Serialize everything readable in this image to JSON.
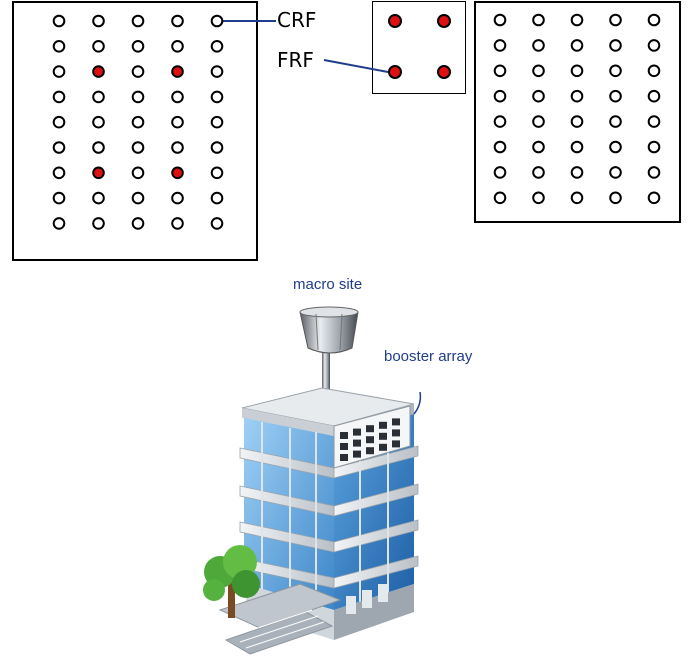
{
  "labels": {
    "crf": "CRF",
    "frf": "FRF",
    "macro_site": "macro site",
    "booster_array": "booster array"
  },
  "arrays": {
    "left": {
      "rows": 9,
      "cols": 5,
      "active": [
        [
          2,
          1
        ],
        [
          2,
          3
        ],
        [
          6,
          1
        ],
        [
          6,
          3
        ]
      ]
    },
    "middle": {
      "rows": 2,
      "cols": 2,
      "active": [
        [
          0,
          0
        ],
        [
          0,
          1
        ],
        [
          1,
          0
        ],
        [
          1,
          1
        ]
      ]
    },
    "right": {
      "rows": 8,
      "cols": 5,
      "active": []
    }
  },
  "colors": {
    "active_element": "#dd1111",
    "element_outline": "#000000",
    "leader_line": "#1f3d8a",
    "caption_text": "#1f3d8a"
  }
}
